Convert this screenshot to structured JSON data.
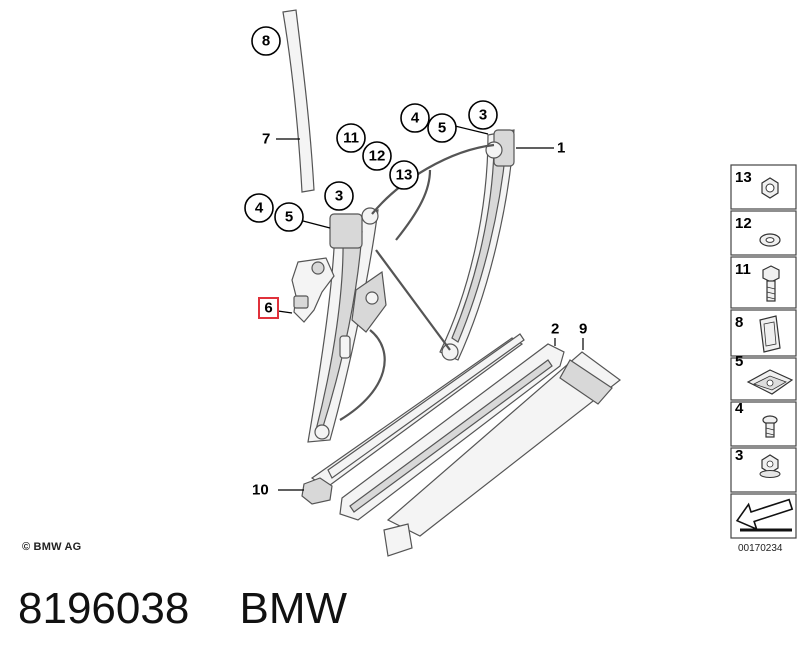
{
  "callouts": {
    "c8": "8",
    "c7": "7",
    "c11": "11",
    "c12": "12",
    "c13": "13",
    "c4a": "4",
    "c5a": "5",
    "c3a": "3",
    "c1": "1",
    "c4b": "4",
    "c5b": "5",
    "c3b": "3",
    "c6": "6",
    "c2": "2",
    "c9": "9",
    "c10": "10"
  },
  "legend": {
    "items": [
      {
        "number": "13",
        "icon": "nut-icon"
      },
      {
        "number": "12",
        "icon": "washer-icon"
      },
      {
        "number": "11",
        "icon": "bolt-icon"
      },
      {
        "number": "8",
        "icon": "clip-icon"
      },
      {
        "number": "5",
        "icon": "clip-nut-icon"
      },
      {
        "number": "4",
        "icon": "screw-icon"
      },
      {
        "number": "3",
        "icon": "flange-nut-icon"
      }
    ],
    "arrow_icon": "arrow-icon"
  },
  "copyright": "© BMW AG",
  "diagram_code": "00170234",
  "footer": {
    "part_number": "8196038",
    "brand": "BMW"
  },
  "colors": {
    "highlight": "#e0313b",
    "line": "#000000",
    "part_fill": "#f4f4f4"
  }
}
